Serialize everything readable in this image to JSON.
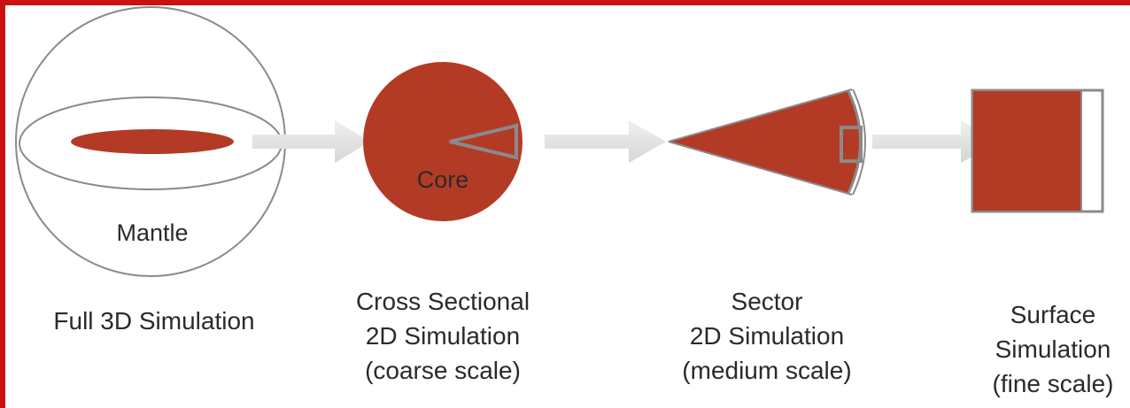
{
  "colors": {
    "frame": "#cc1111",
    "material": "#b33b26",
    "outline": "#808080",
    "arrow": "#e4e4e4"
  },
  "panels": [
    {
      "id": "full-3d",
      "inner_label": "Mantle",
      "caption": [
        "Full 3D Simulation"
      ]
    },
    {
      "id": "cross-section",
      "inner_label": "Core",
      "caption": [
        "Cross Sectional",
        "2D Simulation",
        "(coarse scale)"
      ]
    },
    {
      "id": "sector",
      "caption": [
        "Sector",
        "2D Simulation",
        "(medium scale)"
      ]
    },
    {
      "id": "surface",
      "caption": [
        "Surface",
        "Simulation",
        "(fine scale)"
      ]
    }
  ]
}
